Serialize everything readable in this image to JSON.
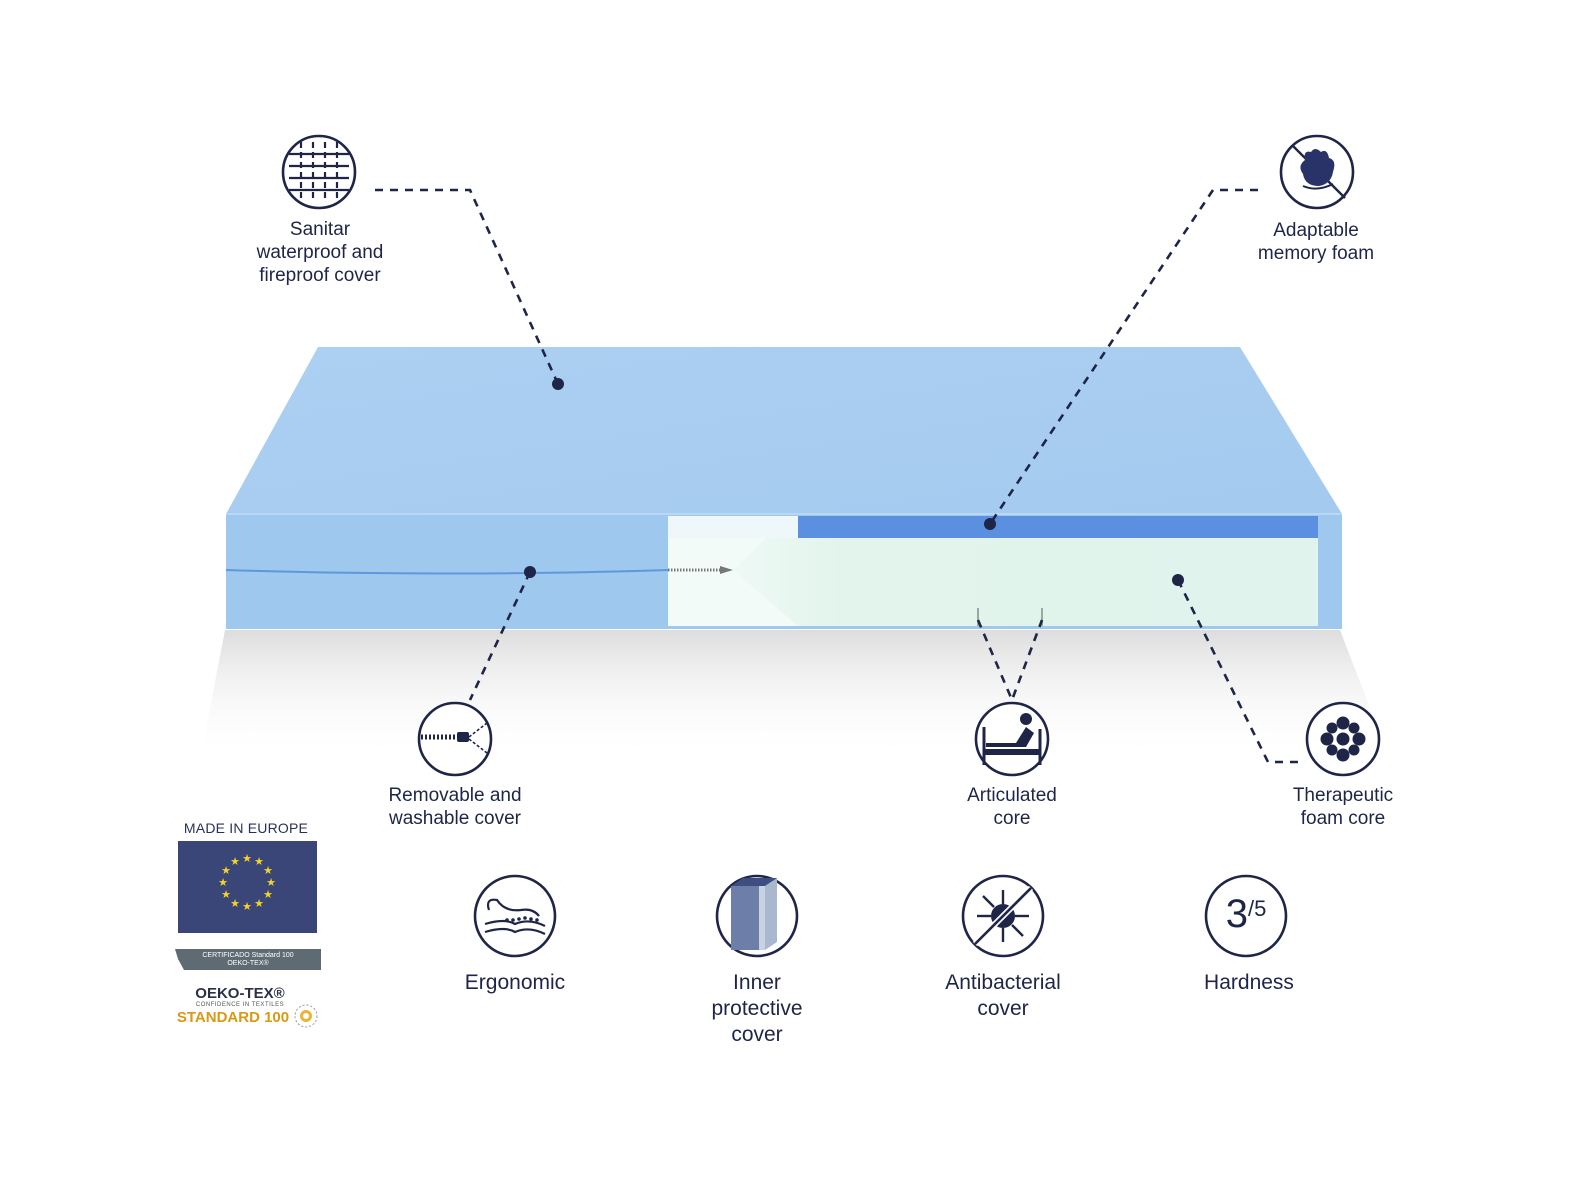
{
  "callouts": {
    "sanitar": [
      "Sanitar",
      "waterproof and",
      "fireproof cover"
    ],
    "memory": [
      "Adaptable",
      "memory foam"
    ],
    "removable": [
      "Removable and",
      "washable cover"
    ],
    "articulated": [
      "Articulated",
      "core"
    ],
    "therapeutic": [
      "Therapeutic",
      "foam core"
    ]
  },
  "features": {
    "ergonomic": [
      "Ergonomic"
    ],
    "inner": [
      "Inner",
      "protective",
      "cover"
    ],
    "antibacterial": [
      "Antibacterial",
      "cover"
    ],
    "hardness": [
      "Hardness"
    ]
  },
  "hardness_value": {
    "num": "3",
    "den": "5"
  },
  "badges": {
    "made_in": "MADE IN EUROPE",
    "cert_line1": "CERTIFICADO Standard 100",
    "cert_line2": "OEKO-TEX®",
    "oeko_title": "OEKO-TEX®",
    "oeko_sub": "CONFIDENCE IN TEXTILES",
    "oeko_standard": "STANDARD 100"
  },
  "colors": {
    "navy": "#1f2547",
    "mattress_top": "#a8cdef",
    "mattress_side": "#9cc6ed",
    "memory_layer": "#5b8fe0",
    "core": "#e0f3ec",
    "eu_blue": "#3a4678",
    "eu_star": "#f3d22a",
    "oeko_gold": "#d79a14"
  }
}
